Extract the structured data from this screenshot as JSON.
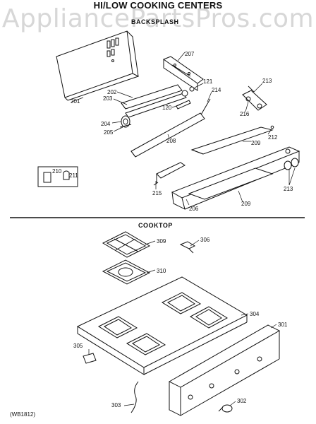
{
  "title": "HI/LOW COOKING CENTERS",
  "watermark": "AppliancePartsPros.com",
  "sections": {
    "backsplash": "BACKSPLASH",
    "cooktop": "COOKTOP"
  },
  "diagram_id": "(WB1812)",
  "parts": {
    "201": "201",
    "202": "202",
    "203": "203",
    "204": "204",
    "205": "205",
    "206": "206",
    "207": "207",
    "208": "208",
    "209a": "209",
    "209b": "209",
    "210": "210",
    "211": "211",
    "212": "212",
    "213a": "213",
    "213b": "213",
    "214": "214",
    "215": "215",
    "216": "216",
    "120": "120",
    "121": "121",
    "301": "301",
    "302": "302",
    "303": "303",
    "304": "304",
    "305": "305",
    "306": "306",
    "309": "309",
    "310": "310"
  }
}
